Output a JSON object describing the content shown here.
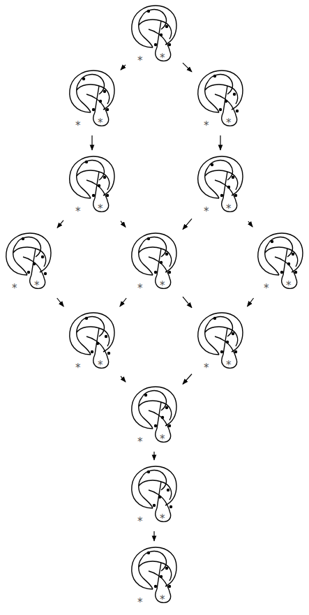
{
  "diagram": {
    "nodes": [
      {
        "text": [
          "*",
          "*"
        ]
      },
      {
        "text": [
          "*",
          "*"
        ]
      },
      {
        "text": [
          "*",
          "*"
        ]
      },
      {
        "text": [
          "*",
          "*"
        ]
      },
      {
        "text": [
          "*",
          "*"
        ]
      },
      {
        "text": [
          "*",
          "*"
        ]
      },
      {
        "text": [
          "*",
          "*"
        ]
      },
      {
        "text": [
          "*",
          "*"
        ]
      },
      {
        "text": [
          "*",
          "*"
        ]
      },
      {
        "text": [
          "*",
          "*"
        ]
      },
      {
        "text": [
          "*",
          "*"
        ]
      },
      {
        "text": [
          "*",
          "*"
        ]
      },
      {
        "text": [
          "*",
          "*"
        ]
      }
    ],
    "edges": [
      {
        "from": 0,
        "to": 1,
        "arrow": "to"
      },
      {
        "from": 0,
        "to": 2,
        "arrow": "to"
      },
      {
        "from": 1,
        "to": 3,
        "arrow": "to"
      },
      {
        "from": 2,
        "to": 4,
        "arrow": "to"
      },
      {
        "from": 3,
        "to": 5,
        "arrow": "to"
      },
      {
        "from": 3,
        "to": 6,
        "arrow": "to"
      },
      {
        "from": 4,
        "to": 6,
        "arrow": "to"
      },
      {
        "from": 4,
        "to": 7,
        "arrow": "to"
      },
      {
        "from": 5,
        "to": 8,
        "arrow": "to"
      },
      {
        "from": 6,
        "to": 8,
        "arrow": "to"
      },
      {
        "from": 6,
        "to": 9,
        "arrow": "to"
      },
      {
        "from": 7,
        "to": 9,
        "arrow": "to"
      },
      {
        "from": 8,
        "to": 10,
        "arrow": "to"
      },
      {
        "from": 9,
        "to": 10,
        "arrow": "to"
      },
      {
        "from": 10,
        "to": 11,
        "arrow": "to"
      },
      {
        "from": 11,
        "to": 12,
        "arrow": "to"
      }
    ]
  }
}
